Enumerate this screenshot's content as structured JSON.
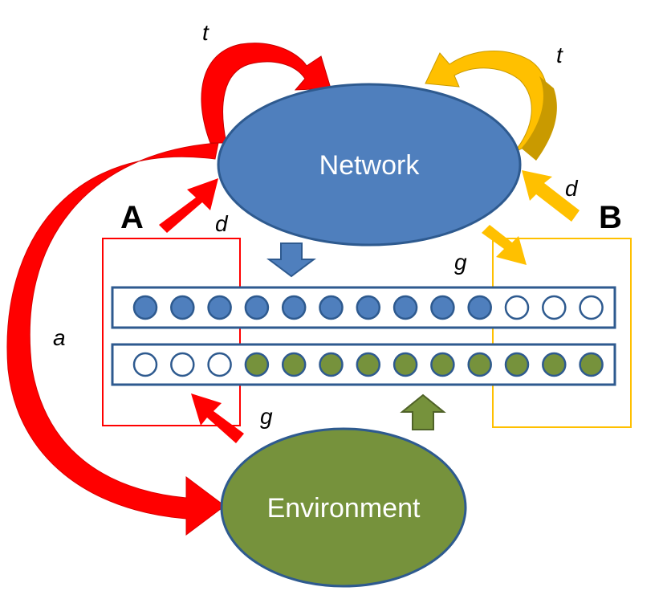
{
  "nodes": {
    "network": {
      "label": "Network",
      "color": "#4f7fbd"
    },
    "environment": {
      "label": "Environment",
      "color": "#76923c"
    }
  },
  "panel_labels": {
    "a": "A",
    "b": "B"
  },
  "arrow_labels": {
    "red_top": "t",
    "red_left": "a",
    "red_up": "d",
    "red_lower": "g",
    "yellow_top": "t",
    "yellow_right": "d",
    "yellow_down": "g"
  },
  "colors": {
    "red": "#ff0000",
    "yellow": "#ffc000",
    "yellow_dark": "#c99a00",
    "bar_border": "#2e5a8f",
    "white_circle": "#ffffff",
    "region_a": "#ff0000",
    "region_b": "#ffc000"
  },
  "rows": {
    "network_states": [
      "blue",
      "blue",
      "blue",
      "blue",
      "blue",
      "blue",
      "blue",
      "blue",
      "blue",
      "blue",
      "empty",
      "empty",
      "empty"
    ],
    "environment_states": [
      "empty",
      "empty",
      "empty",
      "green",
      "green",
      "green",
      "green",
      "green",
      "green",
      "green",
      "green",
      "green",
      "green"
    ]
  }
}
